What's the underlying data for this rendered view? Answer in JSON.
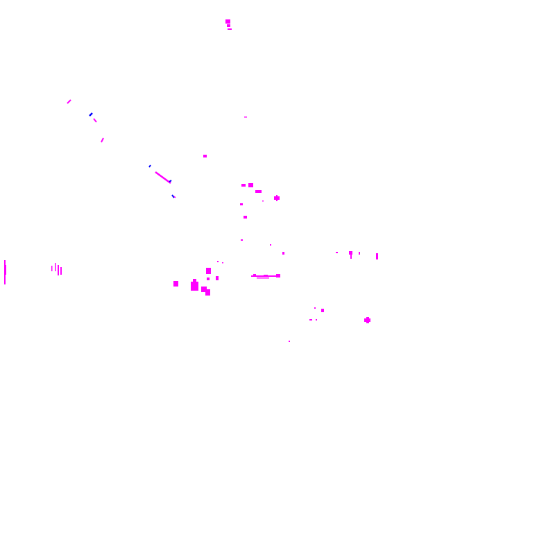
{
  "map": {
    "background_color": "#ffffff",
    "palette": {
      "primary": "#ff00ff",
      "secondary": "#0000ff"
    },
    "features": [
      {
        "name": "magenta-feature",
        "color": "primary"
      },
      {
        "name": "blue-feature",
        "color": "secondary"
      }
    ]
  }
}
